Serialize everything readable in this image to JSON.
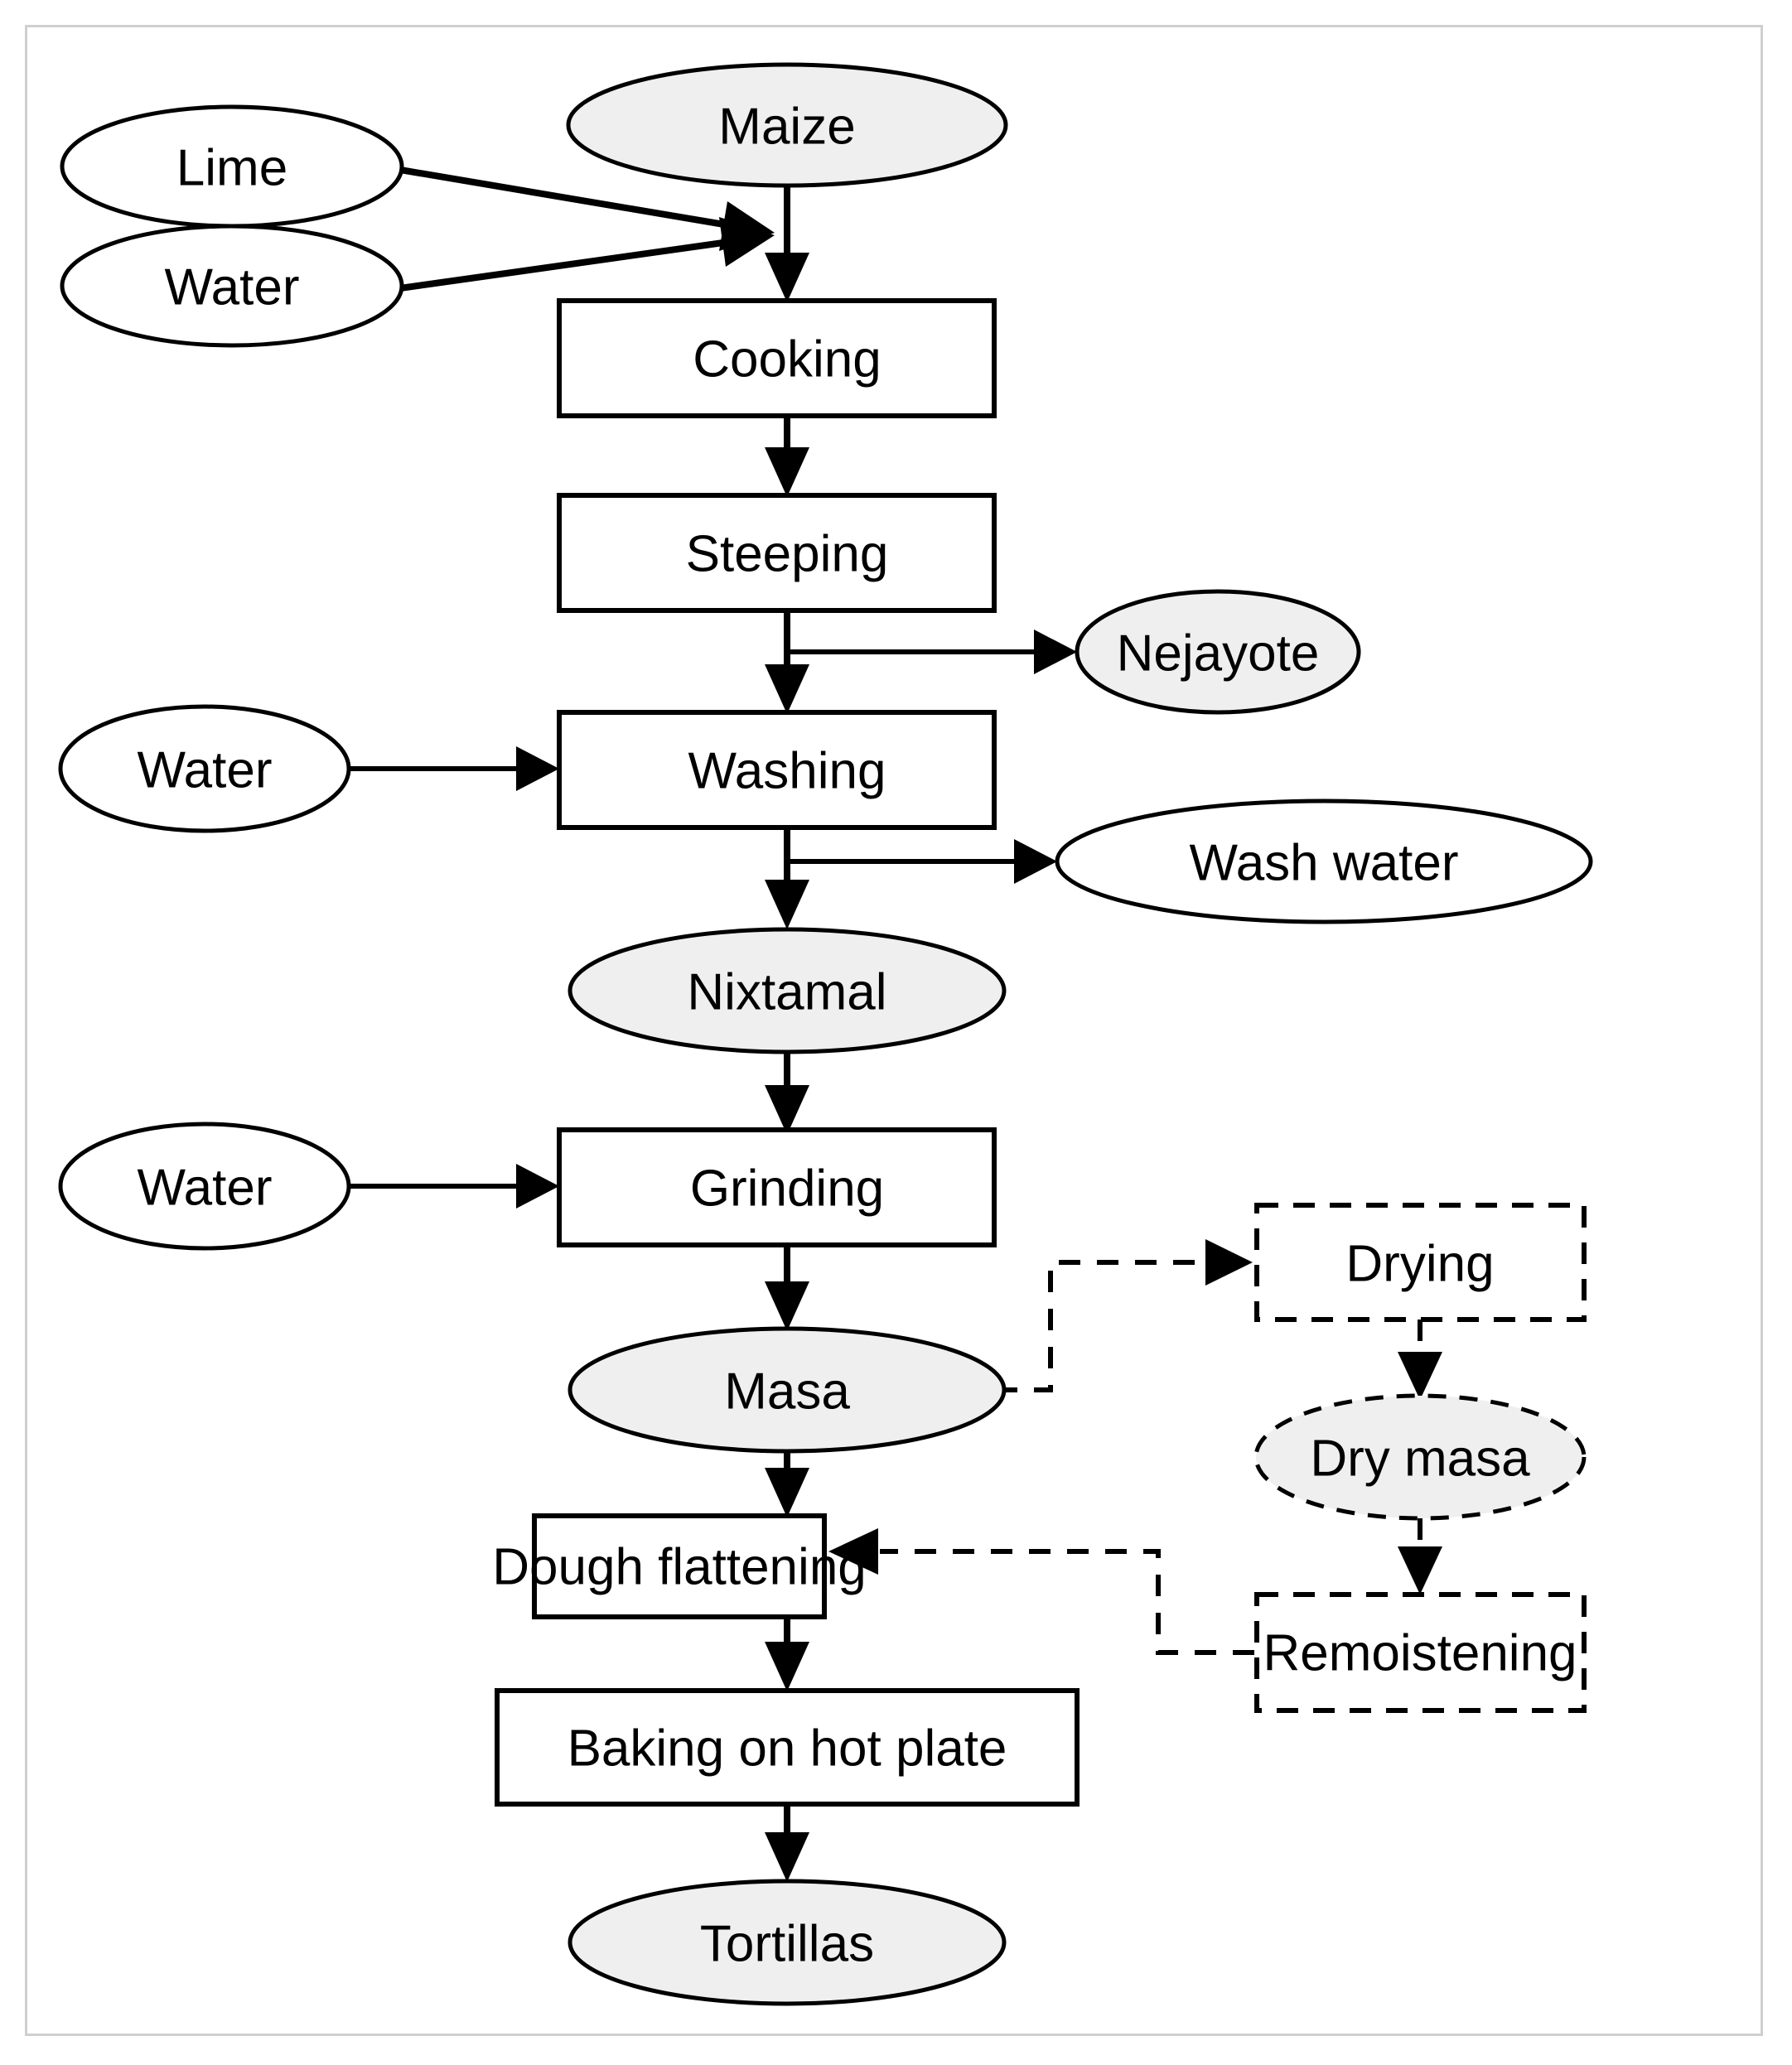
{
  "diagram": {
    "title": "Nixtamalization process flowchart for tortilla production",
    "colors": {
      "shaded_fill": "#efefef",
      "plain_fill": "#ffffff",
      "stroke": "#000000",
      "frame_border": "#cfcfcf",
      "background": "#ffffff"
    },
    "nodes": {
      "lime": {
        "label": "Lime",
        "shape": "ellipse",
        "style": "solid",
        "fill": "white"
      },
      "water_cook": {
        "label": "Water",
        "shape": "ellipse",
        "style": "solid",
        "fill": "white"
      },
      "maize": {
        "label": "Maize",
        "shape": "ellipse",
        "style": "solid",
        "fill": "shaded"
      },
      "cooking": {
        "label": "Cooking",
        "shape": "rect",
        "style": "solid",
        "fill": "white"
      },
      "steeping": {
        "label": "Steeping",
        "shape": "rect",
        "style": "solid",
        "fill": "white"
      },
      "nejayote": {
        "label": "Nejayote",
        "shape": "ellipse",
        "style": "solid",
        "fill": "shaded"
      },
      "water_wash": {
        "label": "Water",
        "shape": "ellipse",
        "style": "solid",
        "fill": "white"
      },
      "washing": {
        "label": "Washing",
        "shape": "rect",
        "style": "solid",
        "fill": "white"
      },
      "wash_water": {
        "label": "Wash water",
        "shape": "ellipse",
        "style": "solid",
        "fill": "white"
      },
      "nixtamal": {
        "label": "Nixtamal",
        "shape": "ellipse",
        "style": "solid",
        "fill": "shaded"
      },
      "water_grind": {
        "label": "Water",
        "shape": "ellipse",
        "style": "solid",
        "fill": "white"
      },
      "grinding": {
        "label": "Grinding",
        "shape": "rect",
        "style": "solid",
        "fill": "white"
      },
      "masa": {
        "label": "Masa",
        "shape": "ellipse",
        "style": "solid",
        "fill": "shaded"
      },
      "drying": {
        "label": "Drying",
        "shape": "rect",
        "style": "dashed",
        "fill": "white"
      },
      "dry_masa": {
        "label": "Dry masa",
        "shape": "ellipse",
        "style": "dashed",
        "fill": "shaded"
      },
      "remoistening": {
        "label": "Remoistening",
        "shape": "rect",
        "style": "dashed",
        "fill": "white"
      },
      "dough_flattening": {
        "label": "Dough flattening",
        "shape": "rect",
        "style": "solid",
        "fill": "white"
      },
      "baking": {
        "label": "Baking on hot plate",
        "shape": "rect",
        "style": "solid",
        "fill": "white"
      },
      "tortillas": {
        "label": "Tortillas",
        "shape": "ellipse",
        "style": "solid",
        "fill": "shaded"
      }
    },
    "edges": [
      {
        "from": "lime",
        "to": "cooking",
        "style": "solid"
      },
      {
        "from": "water_cook",
        "to": "cooking",
        "style": "solid"
      },
      {
        "from": "maize",
        "to": "cooking",
        "style": "solid"
      },
      {
        "from": "cooking",
        "to": "steeping",
        "style": "solid"
      },
      {
        "from": "steeping",
        "to": "nejayote",
        "style": "solid"
      },
      {
        "from": "steeping",
        "to": "washing",
        "style": "solid"
      },
      {
        "from": "water_wash",
        "to": "washing",
        "style": "solid"
      },
      {
        "from": "washing",
        "to": "wash_water",
        "style": "solid"
      },
      {
        "from": "washing",
        "to": "nixtamal",
        "style": "solid"
      },
      {
        "from": "nixtamal",
        "to": "grinding",
        "style": "solid"
      },
      {
        "from": "water_grind",
        "to": "grinding",
        "style": "solid"
      },
      {
        "from": "grinding",
        "to": "masa",
        "style": "solid"
      },
      {
        "from": "masa",
        "to": "drying",
        "style": "dashed"
      },
      {
        "from": "drying",
        "to": "dry_masa",
        "style": "dashed"
      },
      {
        "from": "dry_masa",
        "to": "remoistening",
        "style": "dashed"
      },
      {
        "from": "remoistening",
        "to": "dough_flattening",
        "style": "dashed"
      },
      {
        "from": "masa",
        "to": "dough_flattening",
        "style": "solid"
      },
      {
        "from": "dough_flattening",
        "to": "baking",
        "style": "solid"
      },
      {
        "from": "baking",
        "to": "tortillas",
        "style": "solid"
      }
    ]
  }
}
